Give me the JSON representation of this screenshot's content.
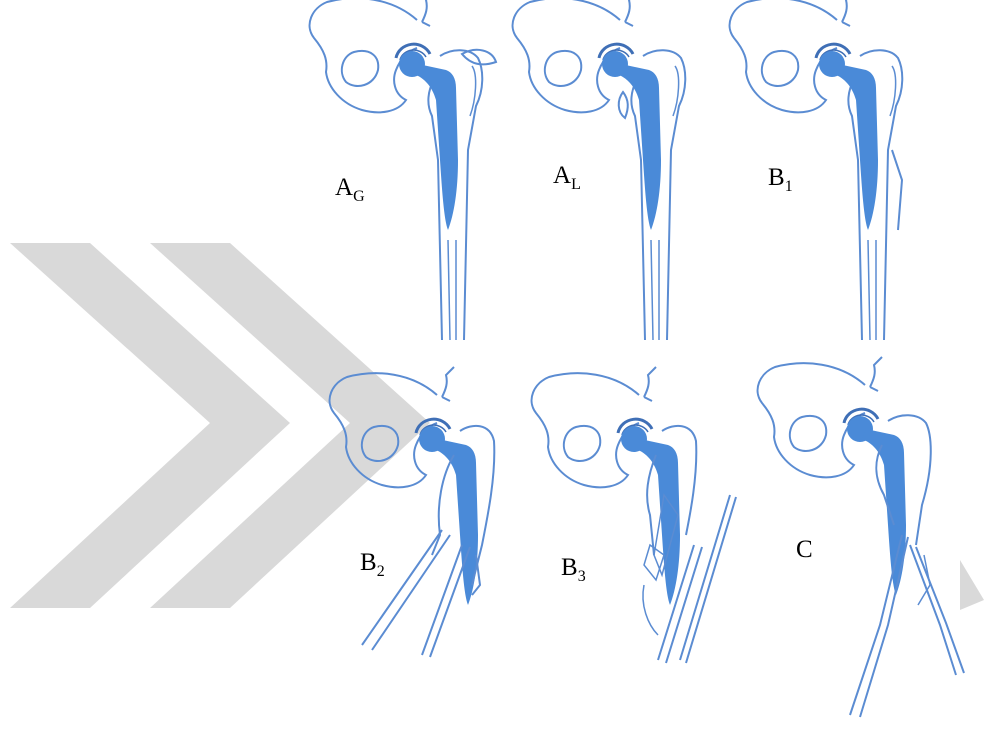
{
  "colors": {
    "implant_fill": "#4a8ad8",
    "bone_stroke": "#5b8cd2",
    "cup_stroke": "#3f6fb6",
    "watermark": "#d9d9d9",
    "label": "#000000"
  },
  "watermark": {
    "icon": "double-chevron-right-icon"
  },
  "panels": [
    {
      "main": "A",
      "sub": "G",
      "type": "AG"
    },
    {
      "main": "A",
      "sub": "L",
      "type": "AL"
    },
    {
      "main": "B",
      "sub": "1",
      "type": "B1"
    },
    {
      "main": "B",
      "sub": "2",
      "type": "B2"
    },
    {
      "main": "B",
      "sub": "3",
      "type": "B3"
    },
    {
      "main": "C",
      "sub": "",
      "type": "C"
    }
  ]
}
